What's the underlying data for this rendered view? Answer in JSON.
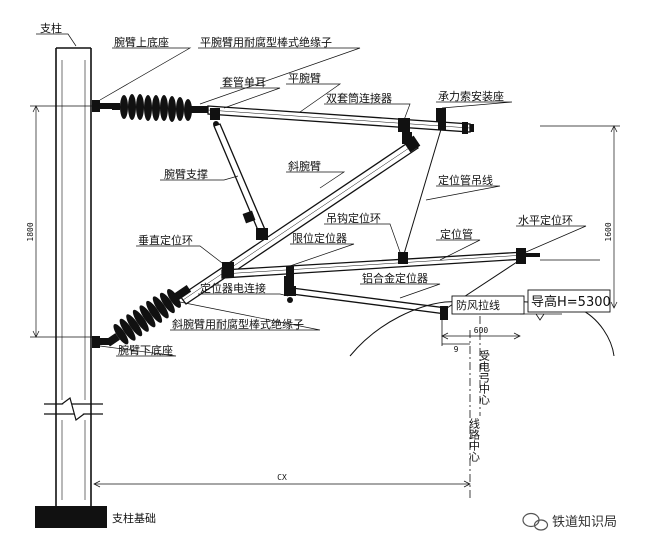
{
  "labels": {
    "pole": "支柱",
    "upper_base": "腕臂上底座",
    "upper_insulator": "平腕臂用耐腐型棒式绝缘子",
    "sleeve_single_lug": "套管单耳",
    "flat_arm": "平腕臂",
    "double_sleeve_connector": "双套筒连接器",
    "messenger_seat": "承力索安装座",
    "arm_brace": "腕臂支撑",
    "slant_arm": "斜腕臂",
    "positioning_tube_hanger": "定位管吊线",
    "hook_positioning_ring": "吊钩定位环",
    "horizontal_positioning_ring": "水平定位环",
    "vertical_positioning_ring": "垂直定位环",
    "limit_locator": "限位定位器",
    "positioning_tube": "定位管",
    "locator_electric_connection": "定位器电连接",
    "aluminum_locator": "铝合金定位器",
    "windproof_wire": "防风拉线",
    "contact_height": "导高H=5300",
    "lower_insulator": "斜腕臂用耐腐型棒式绝缘子",
    "lower_base": "腕臂下底座",
    "pantograph_center": "受电弓中心",
    "track_center": "线路中心",
    "pole_foundation": "支柱基础"
  },
  "dimensions": {
    "d1800": "1800",
    "d1600": "1600",
    "d600": "600",
    "d9": "9",
    "cx": "CX"
  },
  "watermark": {
    "icon": "wechat-icon",
    "text": "铁道知识局"
  }
}
